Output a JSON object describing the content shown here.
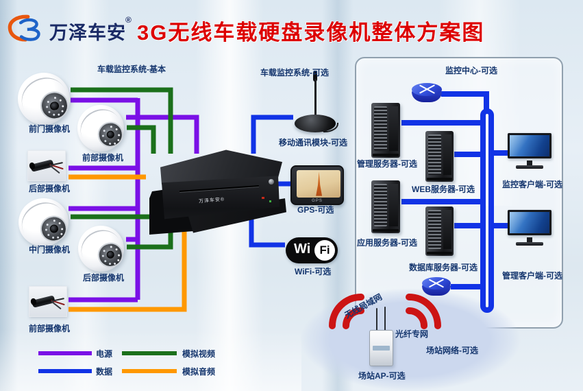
{
  "header": {
    "logo_text": "万泽车安",
    "logo_reg": "®",
    "title": "3G无线车载硬盘录像机整体方案图"
  },
  "vehicle": {
    "basic_system_label": "车载监控系统-基本",
    "optional_system_label": "车载监控系统-可选",
    "cameras": [
      {
        "label": "前门摄像机",
        "type": "dome"
      },
      {
        "label": "前部摄像机",
        "type": "dome"
      },
      {
        "label": "后部摄像机",
        "type": "bullet"
      },
      {
        "label": "中门摄像机",
        "type": "dome"
      },
      {
        "label": "后部摄像机",
        "type": "dome"
      },
      {
        "label": "前部摄像机",
        "type": "bullet"
      }
    ],
    "dvr_brand": "万泽车安®",
    "mobile_module_label": "移动通讯模块-可选",
    "gps_label": "GPS-可选",
    "gps_screen_text": "GPS",
    "wifi_label": "WiFi-可选",
    "wifi_logo_wi": "Wi",
    "wifi_logo_fi": "Fi"
  },
  "monitoring_center": {
    "title": "监控中心-可选",
    "management_server_label": "管理服务器-可选",
    "web_server_label": "WEB服务器-可选",
    "application_server_label": "应用服务器-可选",
    "database_server_label": "数据库服务器-可选",
    "monitor_client_label": "监控客户端-可选",
    "management_client_label": "管理客户端-可选"
  },
  "station": {
    "wireless_lan_label": "无线局域网",
    "fiber_network_label": "光纤专网",
    "station_network_label": "场站网络-可选",
    "station_ap_label": "场站AP-可选"
  },
  "legend": {
    "items": [
      {
        "label": "电源",
        "color": "#7a10e6"
      },
      {
        "label": "数据",
        "color": "#1133e6"
      },
      {
        "label": "模拟视频",
        "color": "#1b701b"
      },
      {
        "label": "模拟音频",
        "color": "#ff9800"
      }
    ]
  },
  "colors": {
    "title_red": "#dd0000",
    "label_blue": "#15366e",
    "wire_power_purple": "#7a10e6",
    "wire_data_blue": "#1133e6",
    "wire_video_green": "#1b701b",
    "wire_audio_orange": "#ff9800",
    "signal_red": "#cc1414"
  }
}
